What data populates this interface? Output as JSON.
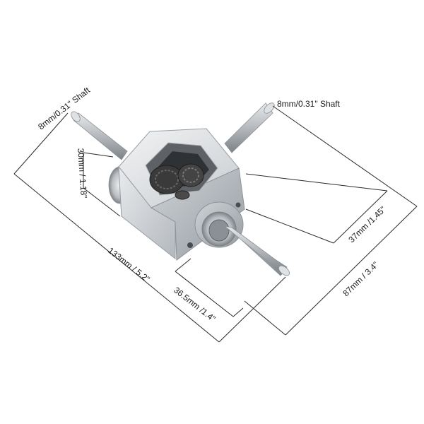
{
  "labels": {
    "shaft_left": "8mm/0.31\" Shaft",
    "shaft_right": "8mm/0.31\" Shaft",
    "height_cube": "30mm / 1.18\"",
    "length_total": "133mm / 5.2\"",
    "cube_width": "36.5mm /1.4\"",
    "depth_cube": "37mm /1.45\"",
    "depth_total": "87mm / 3.4\""
  },
  "colors": {
    "housing_light": "#e6e8ea",
    "housing_mid": "#c9cdd1",
    "housing_dark": "#9ea3a8",
    "shaft": "#b8bcc0",
    "gear": "#3a3a3a",
    "dim_line": "#2a2a2a"
  }
}
